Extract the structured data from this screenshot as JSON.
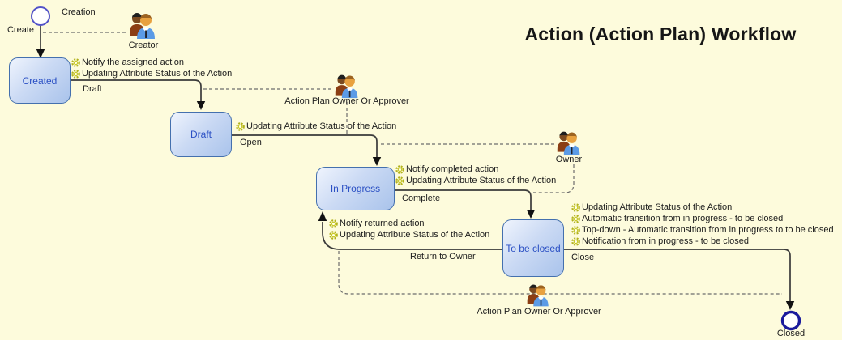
{
  "title": "Action (Action Plan) Workflow",
  "nodes": {
    "start": {
      "label": "Creation"
    },
    "created": {
      "label": "Created"
    },
    "draft": {
      "label": "Draft"
    },
    "in_progress": {
      "label": "In Progress"
    },
    "to_be_closed": {
      "label": "To be closed"
    },
    "closed": {
      "label": "Closed"
    }
  },
  "actors": {
    "creator": {
      "label": "Creator"
    },
    "owner_or_approver_top": {
      "label": "Action Plan Owner Or Approver"
    },
    "owner": {
      "label": "Owner"
    },
    "owner_or_approver_bottom": {
      "label": "Action Plan Owner Or Approver"
    }
  },
  "transitions": {
    "create": {
      "label": "Create"
    },
    "draft": {
      "label": "Draft",
      "actions": [
        "Notify the assigned action",
        "Updating Attribute Status of the Action"
      ]
    },
    "open": {
      "label": "Open",
      "actions": [
        "Updating Attribute Status of the Action"
      ]
    },
    "complete": {
      "label": "Complete",
      "actions": [
        "Notify completed action",
        "Updating Attribute Status of the Action"
      ]
    },
    "close": {
      "label": "Close",
      "actions": [
        "Updating Attribute Status of the Action",
        "Automatic transition from in progress - to be closed",
        "Top-down - Automatic transition from in progress to to be closed",
        "Notification from in progress - to be closed"
      ]
    },
    "return_to_owner": {
      "label": "Return to Owner",
      "actions": [
        "Notify returned action",
        "Updating Attribute Status of the Action"
      ]
    }
  },
  "colors": {
    "background": "#FDFBDC",
    "state_fill_light": "#EFF4FD",
    "state_fill_dark": "#A9C3EB",
    "state_border": "#4470AE",
    "state_text": "#2B50C4",
    "solid_line": "#3A3A3A",
    "dashed_line": "#6C6C6C",
    "gear": "#B2B21C",
    "start_ring": "#5353C8",
    "end_ring": "#1A1A9C"
  }
}
